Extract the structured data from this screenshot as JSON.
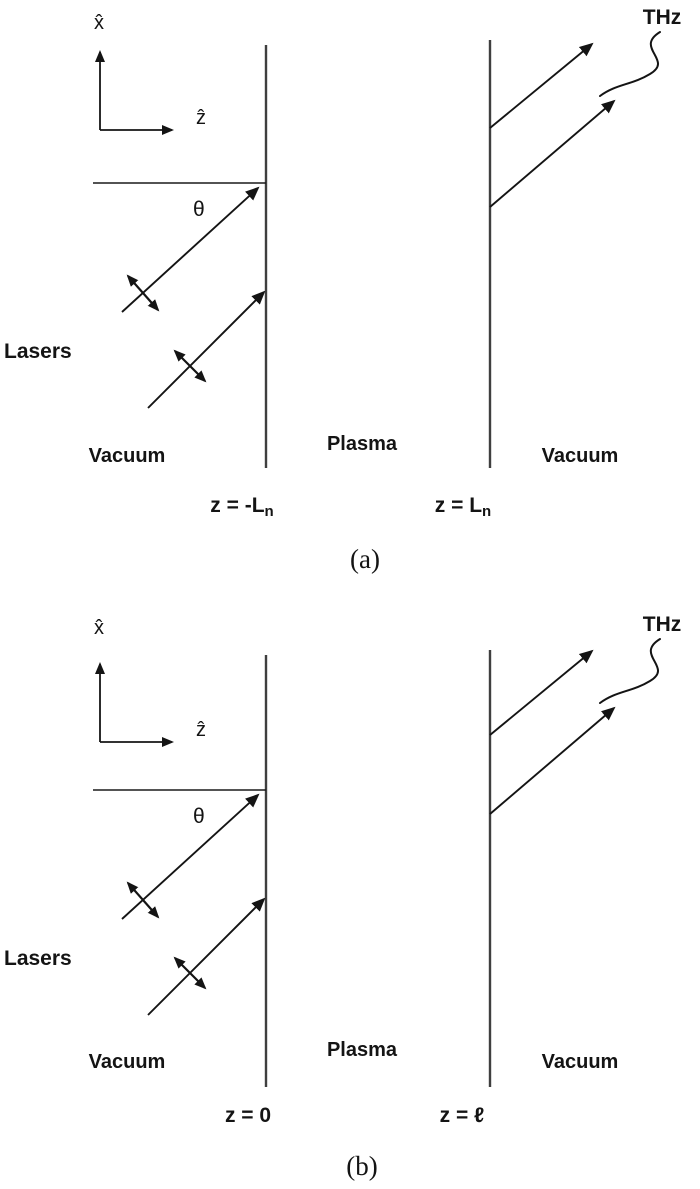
{
  "panel_a": {
    "axis_x": "x̂",
    "axis_z": "ẑ",
    "theta": "θ",
    "lasers": "Lasers",
    "vacuum_left": "Vacuum",
    "plasma": "Plasma",
    "vacuum_right": "Vacuum",
    "thz": "THz",
    "left_boundary_main": "z = -L",
    "left_boundary_sub": "n",
    "right_boundary_main": "z = L",
    "right_boundary_sub": "n",
    "caption": "(a)"
  },
  "panel_b": {
    "axis_x": "x̂",
    "axis_z": "ẑ",
    "theta": "θ",
    "lasers": "Lasers",
    "vacuum_left": "Vacuum",
    "plasma": "Plasma",
    "vacuum_right": "Vacuum",
    "thz": "THz",
    "left_boundary_main": "z = 0",
    "left_boundary_sub": "",
    "right_boundary_main": "z = ℓ",
    "right_boundary_sub": "",
    "caption": "(b)"
  },
  "colors": {
    "ink": "#141414",
    "boundary_line": "#3f3f3f",
    "background": "#ffffff"
  }
}
